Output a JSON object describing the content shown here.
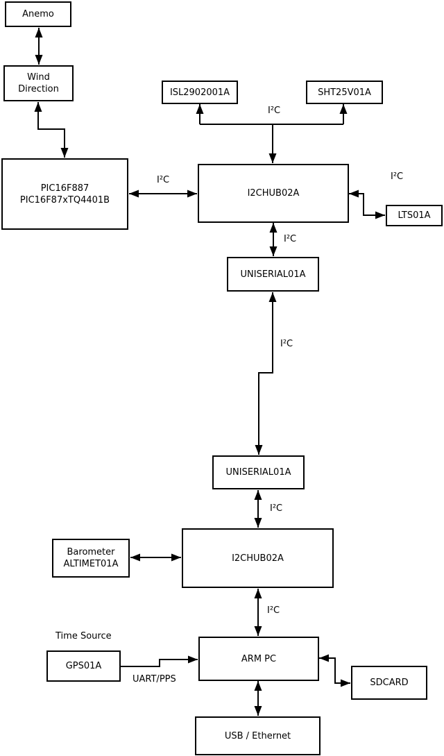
{
  "diagram": {
    "title_hint": "sensor-station-block-diagram",
    "colors": {
      "line": "#000000",
      "box_border": "#000000",
      "box_bg": "#ffffff",
      "text": "#000000"
    },
    "boxes": {
      "anemo": {
        "label": "Anemo"
      },
      "wind_direction": {
        "line1": "Wind",
        "line2": "Direction"
      },
      "pic": {
        "line1": "PIC16F887",
        "line2": "PIC16F87xTQ4401B"
      },
      "isl": {
        "label": "ISL2902001A"
      },
      "sht": {
        "label": "SHT25V01A"
      },
      "i2chub_top": {
        "label": "I2CHUB02A"
      },
      "lts": {
        "label": "LTS01A"
      },
      "uniserial_top": {
        "label": "UNISERIAL01A"
      },
      "uniserial_bottom": {
        "label": "UNISERIAL01A"
      },
      "i2chub_bottom": {
        "label": "I2CHUB02A"
      },
      "barometer": {
        "line1": "Barometer",
        "line2": "ALTIMET01A"
      },
      "gps": {
        "label": "GPS01A"
      },
      "arm_pc": {
        "label": "ARM PC"
      },
      "sdcard": {
        "label": "SDCARD"
      },
      "usb_ethernet": {
        "label": "USB / Ethernet"
      }
    },
    "labels": {
      "i2c_sensors": "I²C",
      "i2c_pic_hub": "I²C",
      "i2c_lts": "I²C",
      "i2c_hub_uniserial": "I²C",
      "i2c_long_link": "I²C",
      "i2c_uniserial_hub2": "I²C",
      "i2c_hub2_arm": "I²C",
      "time_source": "Time Source",
      "uart_pps": "UART/PPS"
    }
  }
}
